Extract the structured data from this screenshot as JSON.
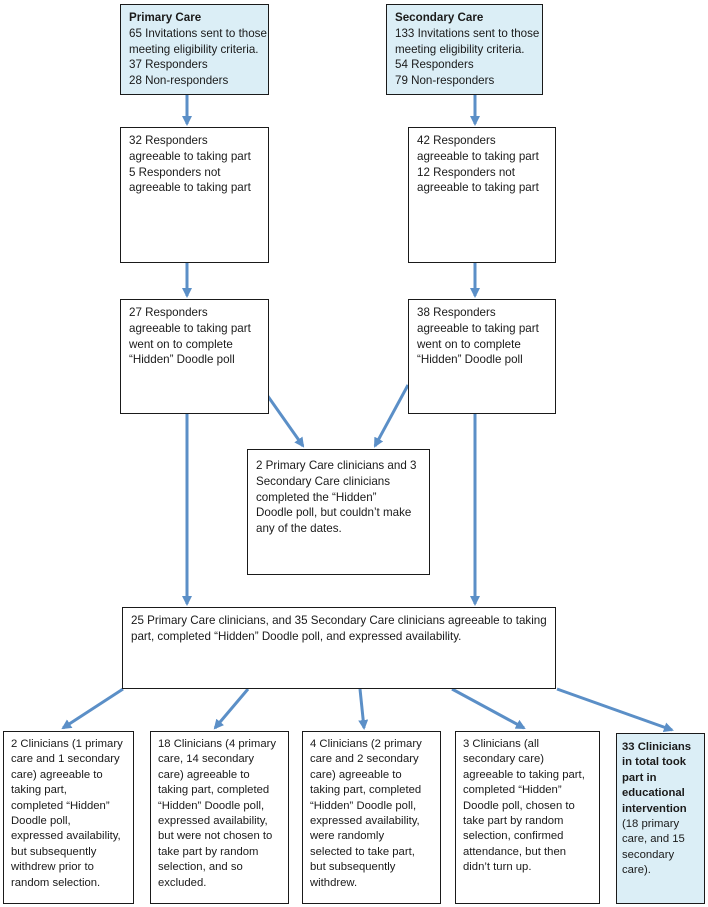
{
  "primary": {
    "title": "Primary Care",
    "lines": [
      "65 Invitations sent to those",
      "meeting eligibility criteria.",
      "37 Responders",
      "28 Non-responders"
    ]
  },
  "secondary": {
    "title": "Secondary Care",
    "lines": [
      "133 Invitations sent to those",
      "meeting eligibility criteria.",
      "54 Responders",
      "79 Non-responders"
    ]
  },
  "primary_responders": {
    "lines": [
      "32 Responders",
      "agreeable to taking part",
      "5 Responders not",
      "agreeable to taking part"
    ]
  },
  "secondary_responders": {
    "lines": [
      "42 Responders",
      "agreeable to taking part",
      "12 Responders not",
      "agreeable to taking part"
    ]
  },
  "primary_doodle": {
    "lines": [
      "27 Responders",
      "agreeable to taking part",
      "went on to complete",
      "“Hidden” Doodle poll"
    ]
  },
  "secondary_doodle": {
    "lines": [
      "38 Responders",
      "agreeable to taking part",
      "went on to complete",
      "“Hidden” Doodle poll"
    ]
  },
  "no_dates": {
    "lines": [
      "2 Primary Care clinicians and 3",
      "Secondary Care clinicians",
      "completed the “Hidden”",
      "Doodle poll, but couldn’t make",
      "any of the dates."
    ]
  },
  "combined": {
    "lines": [
      "25 Primary Care clinicians, and 35 Secondary Care clinicians agreeable to taking",
      "part, completed “Hidden” Doodle poll, and expressed availability."
    ]
  },
  "outcomes": [
    {
      "lines": [
        "2 Clinicians (1 primary",
        "care and 1 secondary",
        "care) agreeable to",
        "taking part,",
        "completed “Hidden”",
        "Doodle poll,",
        "expressed availability,",
        "but subsequently",
        "withdrew prior to",
        "random selection."
      ]
    },
    {
      "lines": [
        "18 Clinicians (4 primary",
        "care, 14 secondary",
        "care) agreeable to",
        "taking part, completed",
        "“Hidden” Doodle poll,",
        "expressed availability,",
        "but were not chosen to",
        "take part by random",
        "selection, and so",
        "excluded."
      ]
    },
    {
      "lines": [
        "4 Clinicians (2 primary",
        "care and 2 secondary",
        "care) agreeable to",
        "taking part, completed",
        "“Hidden” Doodle poll,",
        "expressed availability,",
        "were randomly",
        "selected to take part,",
        "but subsequently",
        "withdrew."
      ]
    },
    {
      "lines": [
        "3 Clinicians (all",
        "secondary care)",
        "agreeable to taking part,",
        "completed “Hidden”",
        "Doodle poll, chosen to",
        "take part by random",
        "selection, confirmed",
        "attendance, but then",
        "didn’t turn up."
      ]
    }
  ],
  "total": {
    "bold_lines": [
      "33 Clinicians",
      "in total took",
      "part in",
      "educational",
      "intervention"
    ],
    "lines": [
      "(18 primary",
      "care, and 15",
      "secondary",
      "care)."
    ]
  },
  "colors": {
    "arrow": "#5b8fc7",
    "highlight_fill": "#dbeef6",
    "border": "#1a1a1a"
  }
}
